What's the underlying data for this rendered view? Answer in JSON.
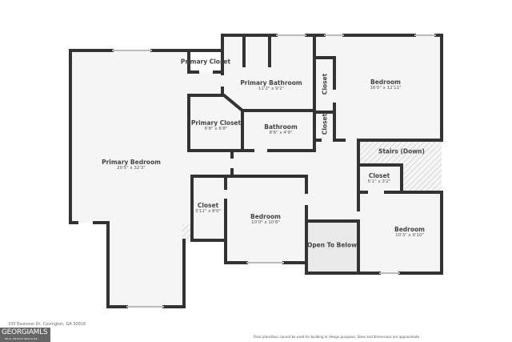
{
  "colors": {
    "wall": "#333333",
    "room_fill": "#f5f5f5",
    "open_to_below_fill": "#e9e9e9",
    "logo_bg": "#666666"
  },
  "rooms": {
    "primary_closet_top": {
      "name": "Primary Closet"
    },
    "primary_bathroom": {
      "name": "Primary Bathroom",
      "dims": "11'2\" x 9'2\""
    },
    "closet_upper": {
      "name": "Closet"
    },
    "closet_lower": {
      "name": "Closet"
    },
    "bedroom_top_right": {
      "name": "Bedroom",
      "dims": "16'0\" x 12'11\""
    },
    "primary_closet": {
      "name": "Primary Closet",
      "dims": "6'8\" x 6'8\""
    },
    "bathroom": {
      "name": "Bathroom",
      "dims": "8'6\" x 4'9\""
    },
    "stairs": {
      "name": "Stairs (Down)"
    },
    "primary_bedroom": {
      "name": "Primary Bedroom",
      "dims": "20'5\" x 32'3\""
    },
    "closet_small": {
      "name": "Closet",
      "dims": "5'1\" x 3'2\""
    },
    "closet_left": {
      "name": "Closet",
      "dims": "3'11\" x 8'0\""
    },
    "bedroom_middle": {
      "name": "Bedroom",
      "dims": "10'0\" x 10'8\""
    },
    "bedroom_bottom_right": {
      "name": "Bedroom",
      "dims": "10'3\" x 9'10\""
    },
    "open_to_below": {
      "name": "Open To Below"
    }
  },
  "footer": {
    "address": "335 Eastover Dr, Covington, GA 30016",
    "disclaimer": "Floor plans/tour cannot be used for building or design purposes. Sizes and dimensions are approximate.",
    "logo_main": "GEORGIAMLS",
    "logo_sub": "REAL ESTATE SERVICES"
  }
}
